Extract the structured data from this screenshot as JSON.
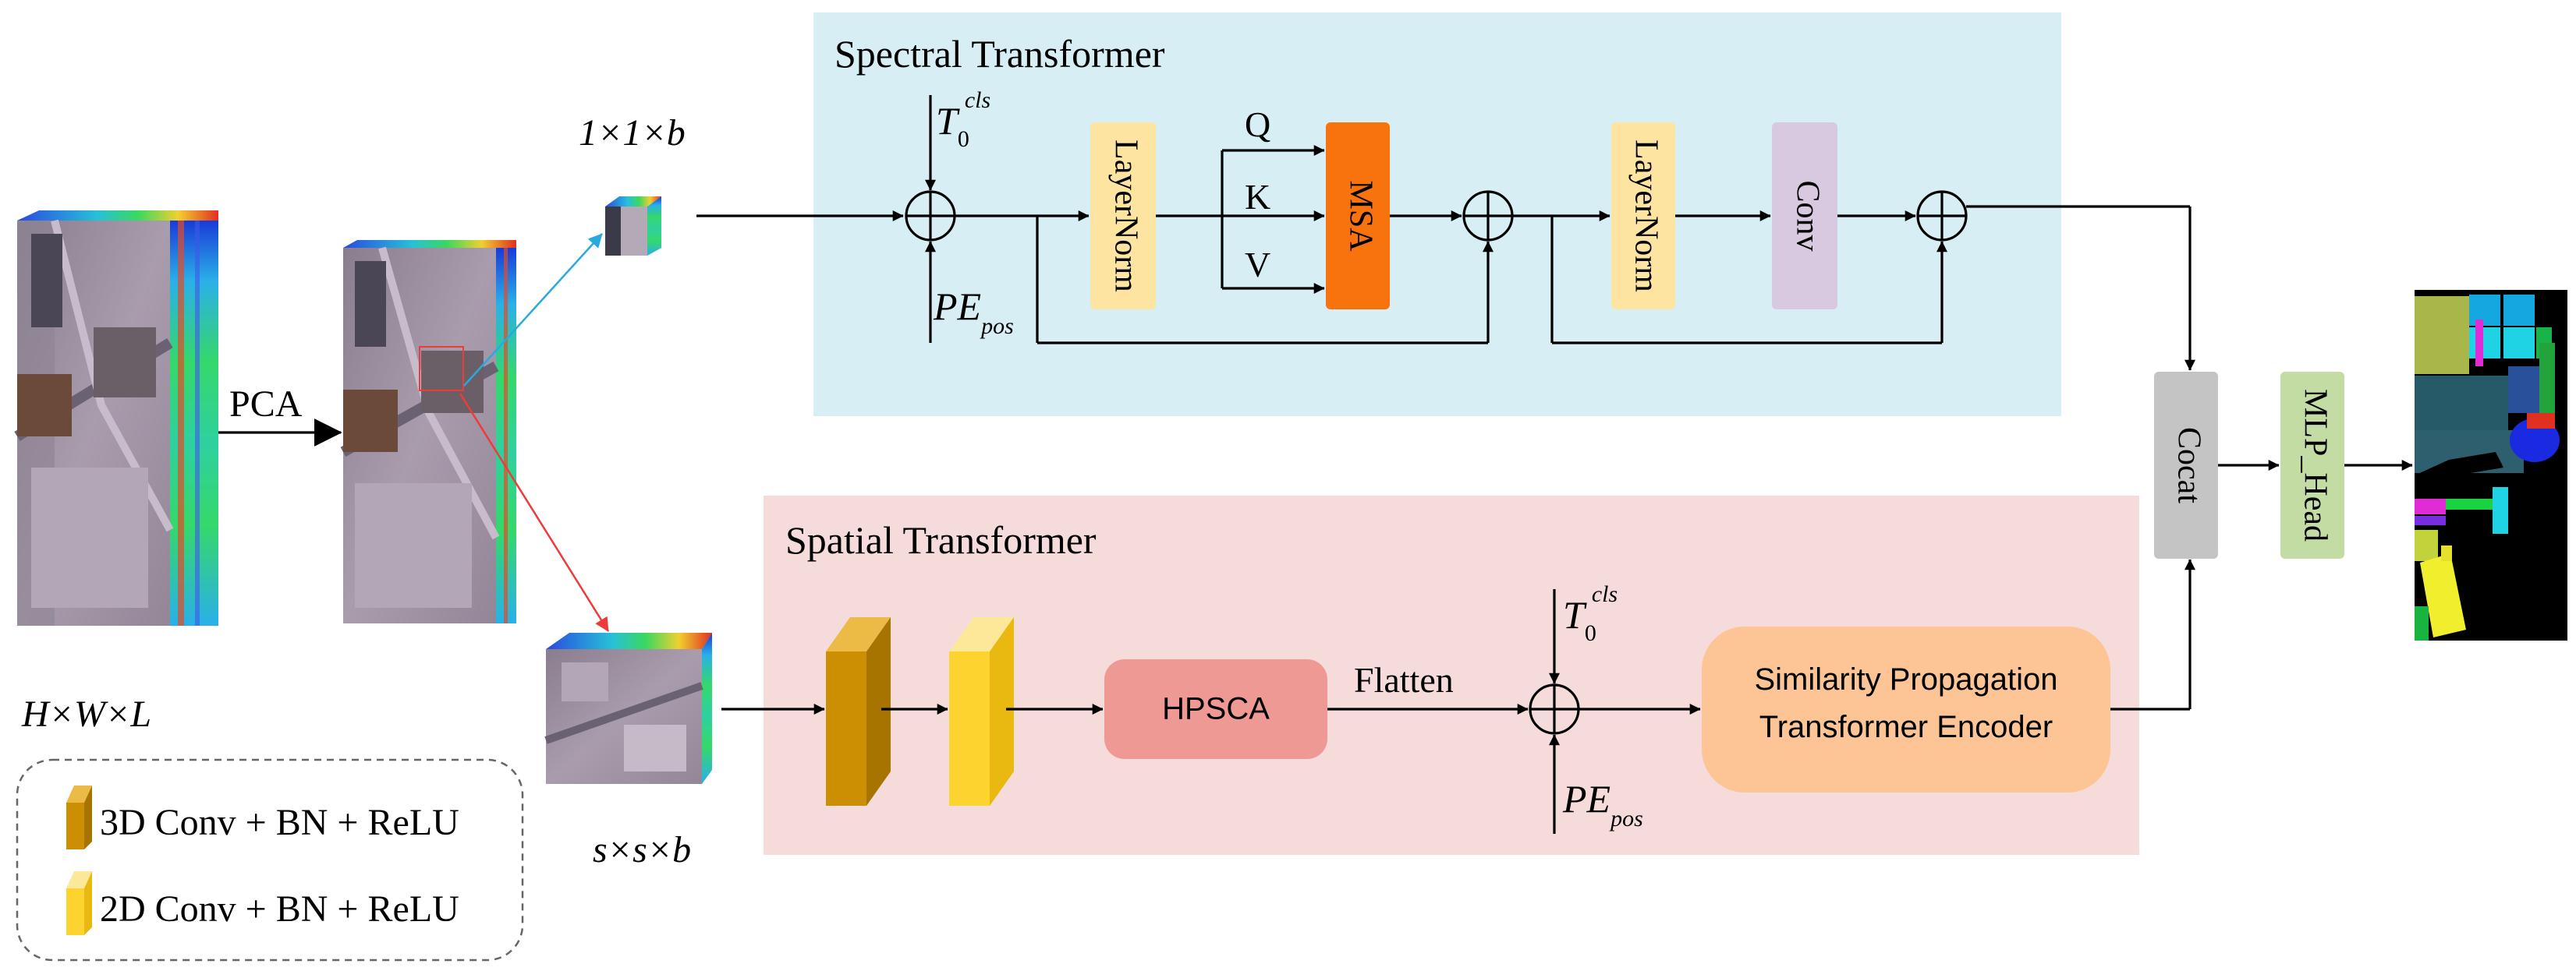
{
  "spectral": {
    "title": "Spectral Transformer",
    "layernorm1": "LayerNorm",
    "q": "Q",
    "k": "K",
    "v": "V",
    "msa": "MSA",
    "layernorm2": "LayerNorm",
    "conv": "Conv"
  },
  "spatial": {
    "title": "Spatial Transformer",
    "hpsca": "HPSCA",
    "flatten": "Flatten",
    "encoder_line1": "Similarity Propagation",
    "encoder_line2": "Transformer Encoder"
  },
  "tokens": {
    "T": "T",
    "T_sub": "0",
    "T_sup": "cls",
    "PE": "PE",
    "PE_sub": "pos"
  },
  "labels": {
    "pca": "PCA",
    "spectral_size": "1×1×b",
    "cube_size": "H×W×L",
    "spatial_size": "s×s×b"
  },
  "right": {
    "concat": "Cocat",
    "mlp_head": "MLP_Head"
  },
  "legend": {
    "conv3d": "3D Conv + BN + ReLU",
    "conv2d": "2D Conv + BN + ReLU"
  },
  "colors": {
    "spectral_bg": "#d7eef4",
    "spatial_bg": "#f5dcda",
    "layernorm": "#fde4a0",
    "msa": "#f8720d",
    "conv": "#d8c8e0",
    "hpsca": "#ee9993",
    "encoder": "#fdc596",
    "concat": "#c4c4c4",
    "mlp_head": "#c3dca3",
    "conv3d_front": "#cc8f03",
    "conv2d_front": "#fdd330"
  }
}
